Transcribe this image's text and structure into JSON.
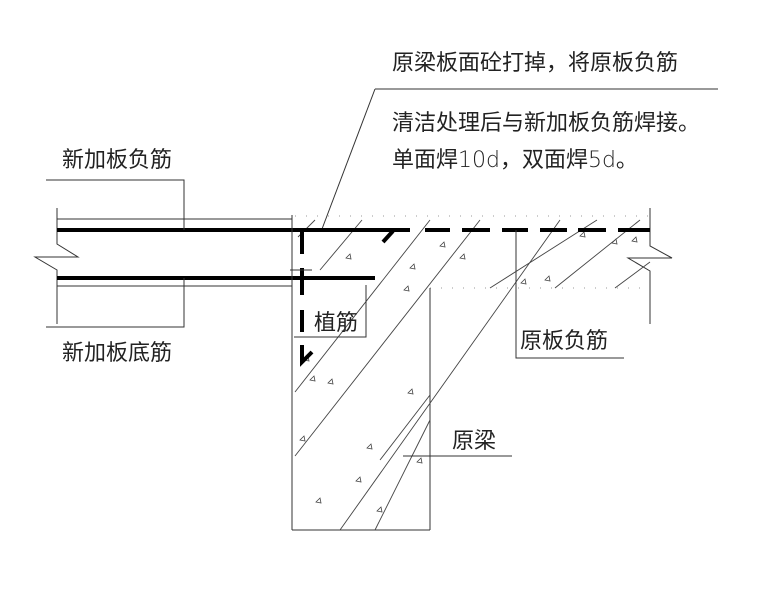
{
  "drawing": {
    "note": {
      "line1": "原梁板面砼打掉，将原板负筋",
      "line2": "清洁处理后与新加板负筋焊接。",
      "line3": "单面焊10d，双面焊5d。"
    },
    "labels": {
      "new_top_rebar": "新加板负筋",
      "new_bottom_rebar": "新加板底筋",
      "planted_rebar": "植筋",
      "original_slab_rebar": "原板负筋",
      "original_beam": "原梁"
    }
  }
}
